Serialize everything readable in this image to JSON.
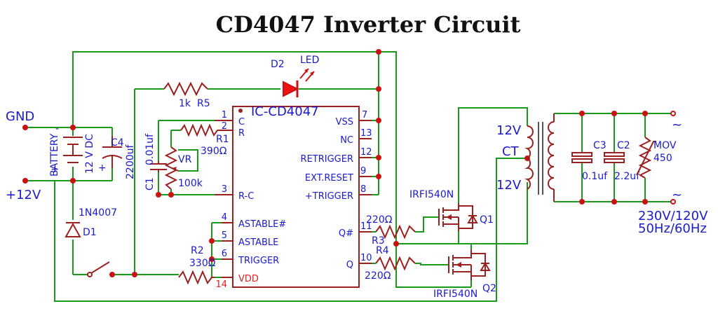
{
  "title": "CD4047 Inverter Circuit",
  "chip": {
    "name": "IC-CD4047",
    "pins": [
      {
        "num": "1",
        "label": "C"
      },
      {
        "num": "2",
        "label": "R"
      },
      {
        "num": "3",
        "label": "R-C"
      },
      {
        "num": "4",
        "label": "ASTABLE#"
      },
      {
        "num": "5",
        "label": "ASTABLE"
      },
      {
        "num": "6",
        "label": "TRIGGER"
      },
      {
        "num": "14",
        "label": "VDD"
      },
      {
        "num": "7",
        "label": "VSS"
      },
      {
        "num": "13",
        "label": "NC"
      },
      {
        "num": "12",
        "label": "RETRIGGER"
      },
      {
        "num": "9",
        "label": "EXT.RESET"
      },
      {
        "num": "8",
        "label": "+TRIGGER"
      },
      {
        "num": "11",
        "label": "Q#"
      },
      {
        "num": "10",
        "label": "Q"
      }
    ]
  },
  "labels": {
    "gnd": "GND",
    "plus12": "+12V",
    "battery": "BATTERY",
    "battery_v": "12 V DC",
    "bat_minus": "-",
    "bat_plus": "+",
    "c4": "C4",
    "c4_val": "2200uf",
    "d1_part": "1N4007",
    "d1": "D1",
    "d2": "D2",
    "led": "LED",
    "r5_val": "1k",
    "r5": "R5",
    "r1": "R1",
    "r1_val": "390Ω",
    "c1_val": "0.01uf",
    "c1": "C1",
    "vr": "VR",
    "vr_val": "100k",
    "r2": "R2",
    "r2_val": "330Ω",
    "r3_val": "220Ω",
    "r3": "R3",
    "r4": "R4",
    "r4_val": "220Ω",
    "q1_part": "IRFI540N",
    "q1": "Q1",
    "q2_part": "IRFI540N",
    "q2": "Q2",
    "t_12v_top": "12V",
    "t_ct": "CT",
    "t_12v_bot": "12V",
    "c3": "C3",
    "c3_val": "0.1uf",
    "c2": "C2",
    "c2_val": "2.2uf",
    "mov": "MOV",
    "mov_val": "450",
    "tilde_top": "~",
    "tilde_bot": "~",
    "out_v": "230V/120V",
    "out_f": "50Hz/60Hz"
  }
}
